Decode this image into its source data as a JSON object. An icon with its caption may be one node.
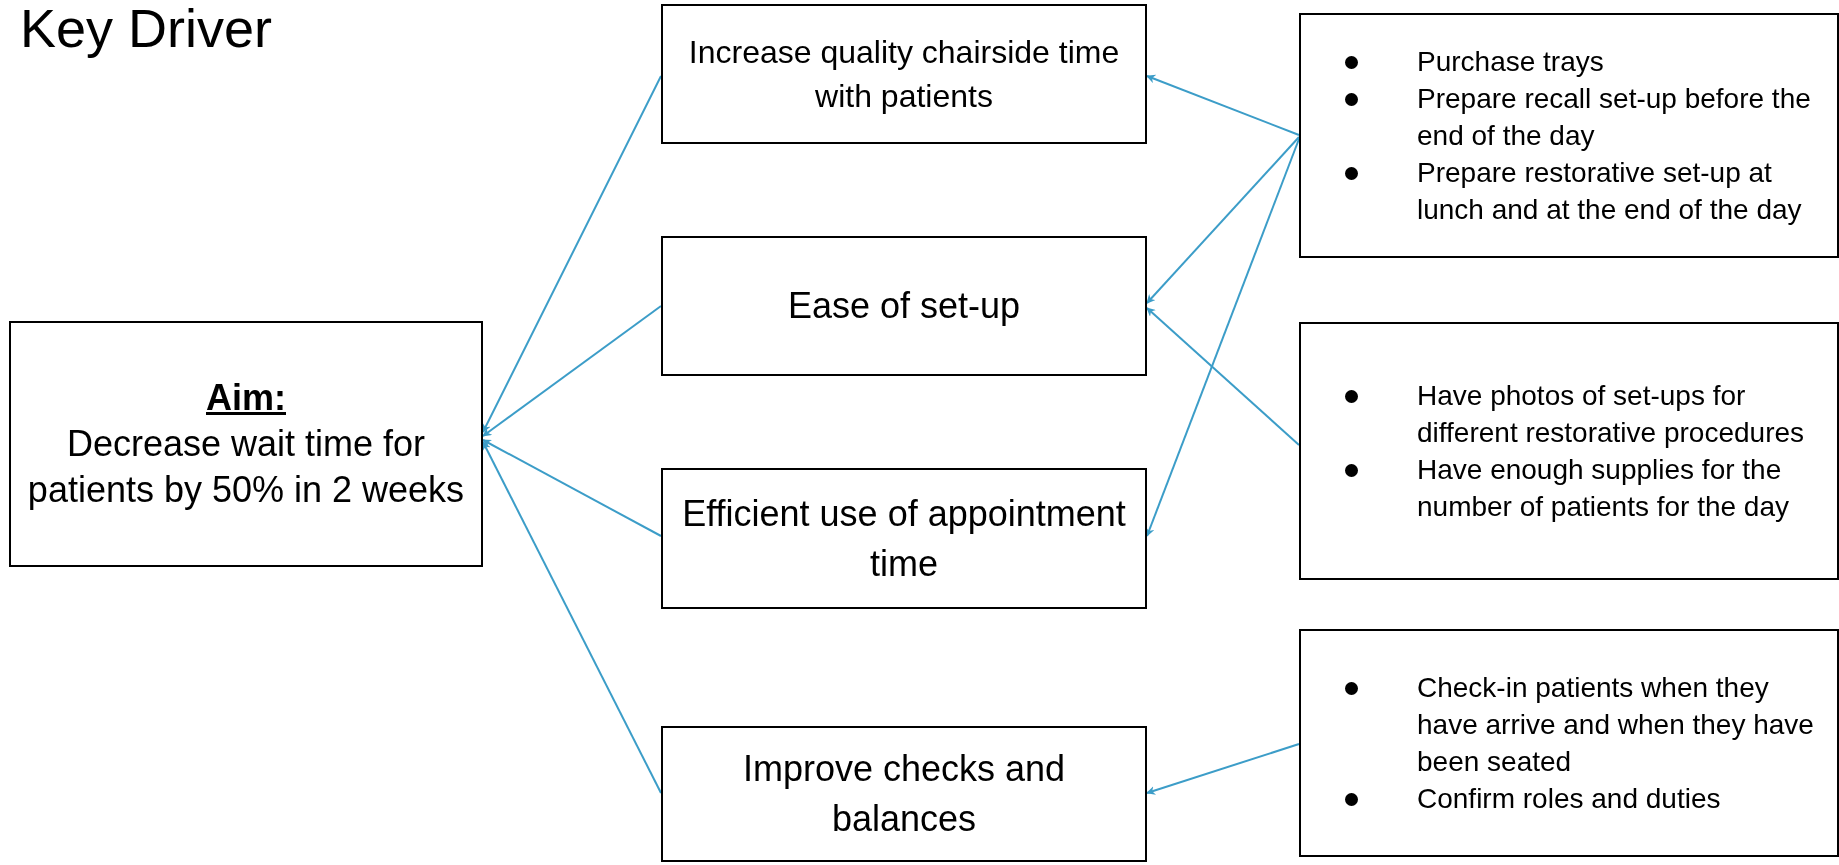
{
  "diagram": {
    "title": "Key Driver",
    "nodes": [
      {
        "text": [
          "Aim:",
          "Decrease wait time for patients by 50% in 2 weeks"
        ]
      },
      {
        "text": [
          "Increase quality chairside time with patients"
        ]
      },
      {
        "text": [
          "Ease of set-up"
        ]
      },
      {
        "text": [
          "Efficient use of appointment time"
        ]
      },
      {
        "text": [
          "Improve checks and balances"
        ]
      },
      {
        "text": [
          "Purchase trays",
          "Prepare recall set-up before the end of the day",
          "Prepare restorative set-up at lunch and at the end of the day"
        ]
      },
      {
        "text": [
          "Have photos of set-ups for different restorative procedures",
          "Have enough supplies for the number of patients for the day"
        ]
      },
      {
        "text": [
          "Check-in patients when they have arrive and when they have been seated",
          "Confirm roles and duties"
        ]
      }
    ],
    "edges": [
      {
        "from": 1,
        "to": 0,
        "arrow": "to"
      },
      {
        "from": 2,
        "to": 0,
        "arrow": "to"
      },
      {
        "from": 3,
        "to": 0,
        "arrow": "to"
      },
      {
        "from": 4,
        "to": 0,
        "arrow": "to"
      },
      {
        "from": 5,
        "to": 1,
        "arrow": "to"
      },
      {
        "from": 5,
        "to": 2,
        "arrow": "to"
      },
      {
        "from": 5,
        "to": 3,
        "arrow": "to"
      },
      {
        "from": 6,
        "to": 2,
        "arrow": "to"
      },
      {
        "from": 7,
        "to": 4,
        "arrow": "to"
      }
    ]
  }
}
